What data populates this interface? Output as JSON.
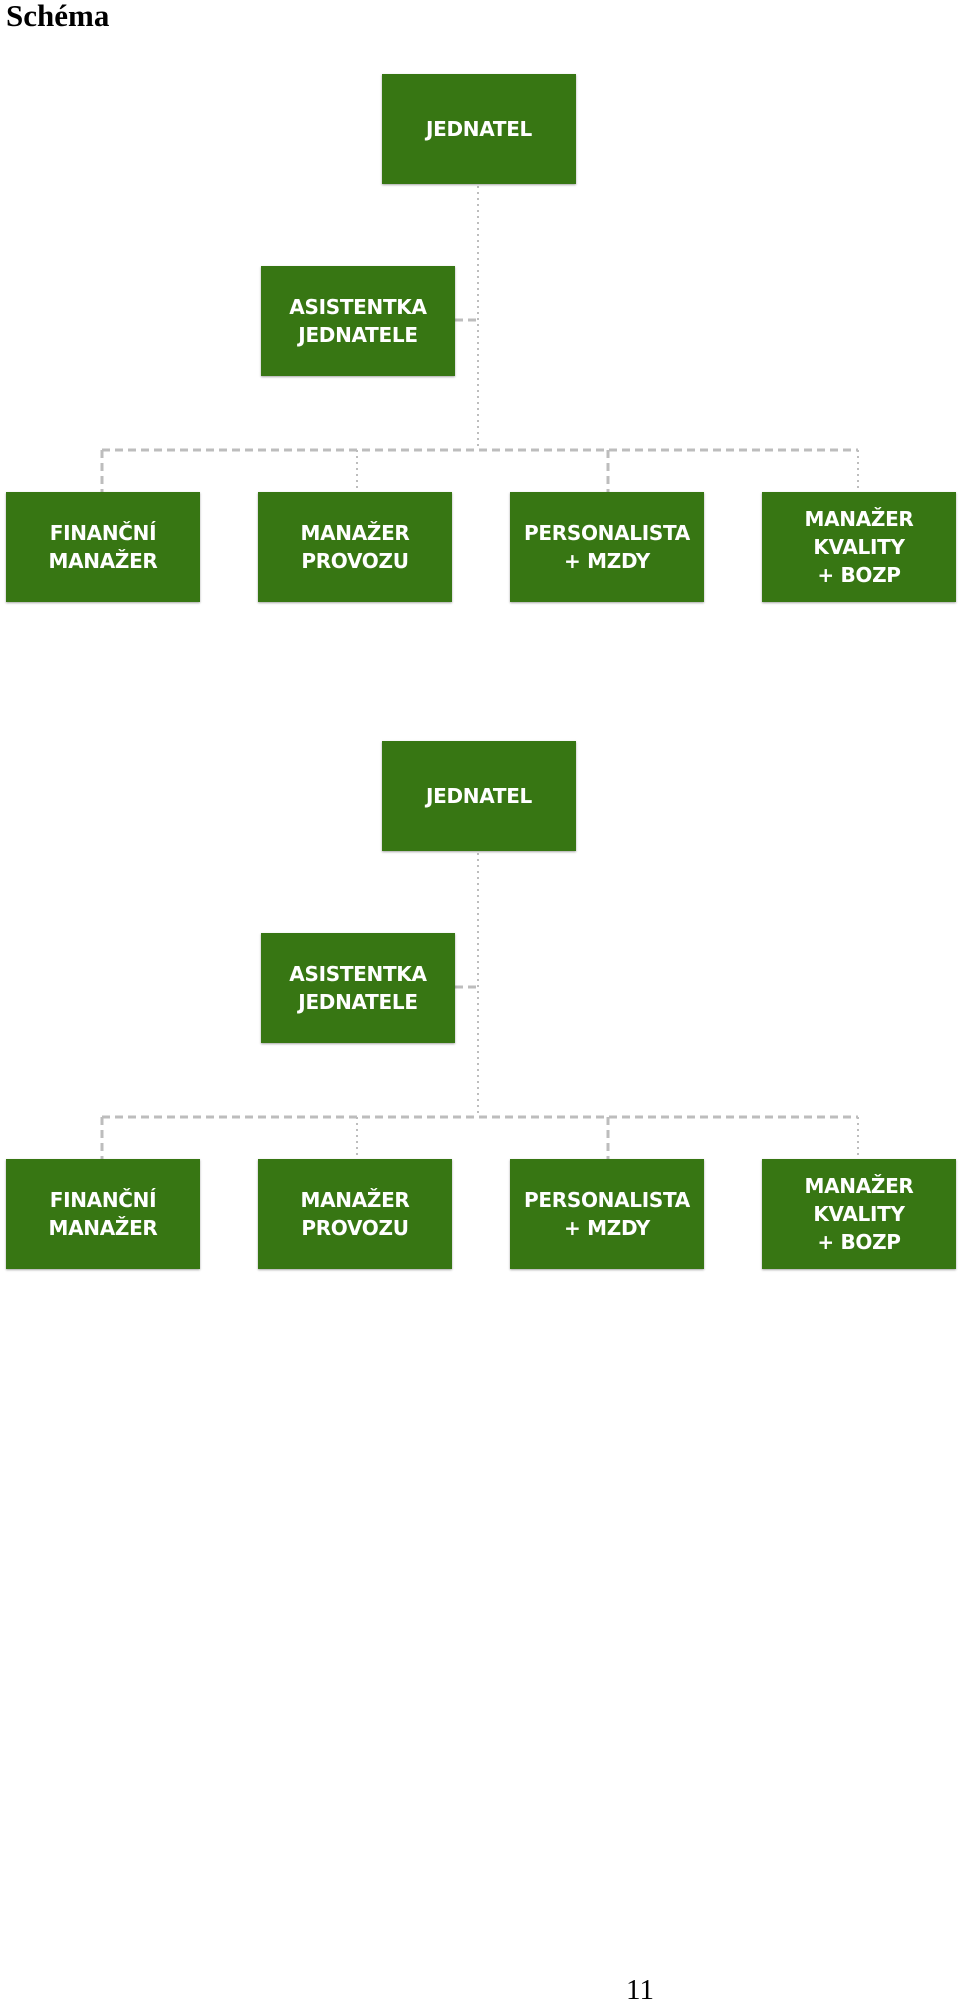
{
  "heading": "Schéma",
  "page_number": "11",
  "colors": {
    "box_fill": "#377613",
    "box_text": "#ffffff",
    "connector": "#bdbdbd"
  },
  "charts": [
    {
      "boss": "JEDNATEL",
      "assistant": "ASISTENTKA\nJEDNATELE",
      "managers": [
        "FINANČNÍ\nMANAŽER",
        "MANAŽER\nPROVOZU",
        "PERSONALISTA\n+ MZDY",
        "MANAŽER\nKVALITY\n+ BOZP"
      ]
    },
    {
      "boss": "JEDNATEL",
      "assistant": "ASISTENTKA\nJEDNATELE",
      "managers": [
        "FINANČNÍ\nMANAŽER",
        "MANAŽER\nPROVOZU",
        "PERSONALISTA\n+ MZDY",
        "MANAŽER\nKVALITY\n+ BOZP"
      ]
    }
  ]
}
